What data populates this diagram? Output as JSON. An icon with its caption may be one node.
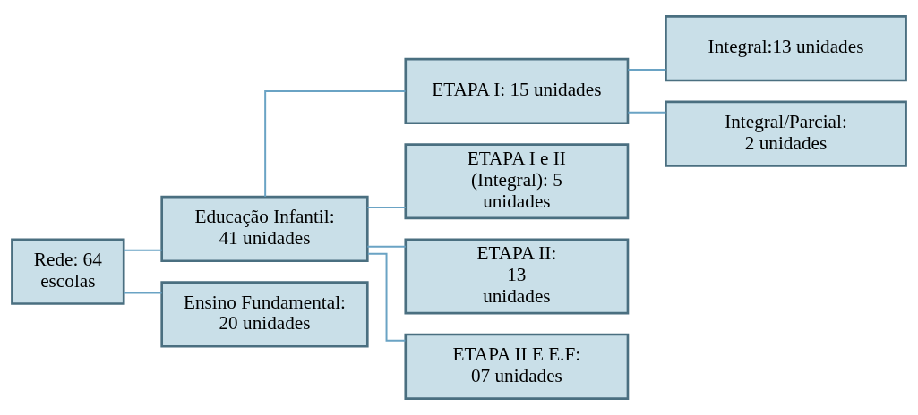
{
  "diagram": {
    "nodes": [
      {
        "text": [
          "Rede: 64 escolas"
        ]
      },
      {
        "text": [
          "Educação Infantil: 41 unidades"
        ]
      },
      {
        "text": [
          "Ensino Fundamental: 20 unidades"
        ]
      },
      {
        "text": [
          "ETAPA I: 15 unidades"
        ]
      },
      {
        "text": [
          "ETAPA I e II (Integral): 5 unidades"
        ]
      },
      {
        "text": [
          "ETAPA II: 13 unidades"
        ]
      },
      {
        "text": [
          "ETAPA II E E.F: 07 unidades"
        ]
      },
      {
        "text": [
          "Integral:13 unidades"
        ]
      },
      {
        "text": [
          "Integral/Parcial: 2 unidades"
        ]
      }
    ],
    "edges": [
      {
        "from": 0,
        "to": 1,
        "arrow": "none"
      },
      {
        "from": 0,
        "to": 2,
        "arrow": "none"
      },
      {
        "from": 1,
        "to": 3,
        "arrow": "none"
      },
      {
        "from": 1,
        "to": 4,
        "arrow": "none"
      },
      {
        "from": 1,
        "to": 5,
        "arrow": "none"
      },
      {
        "from": 1,
        "to": 6,
        "arrow": "none"
      },
      {
        "from": 3,
        "to": 7,
        "arrow": "none"
      },
      {
        "from": 3,
        "to": 8,
        "arrow": "none"
      }
    ]
  }
}
